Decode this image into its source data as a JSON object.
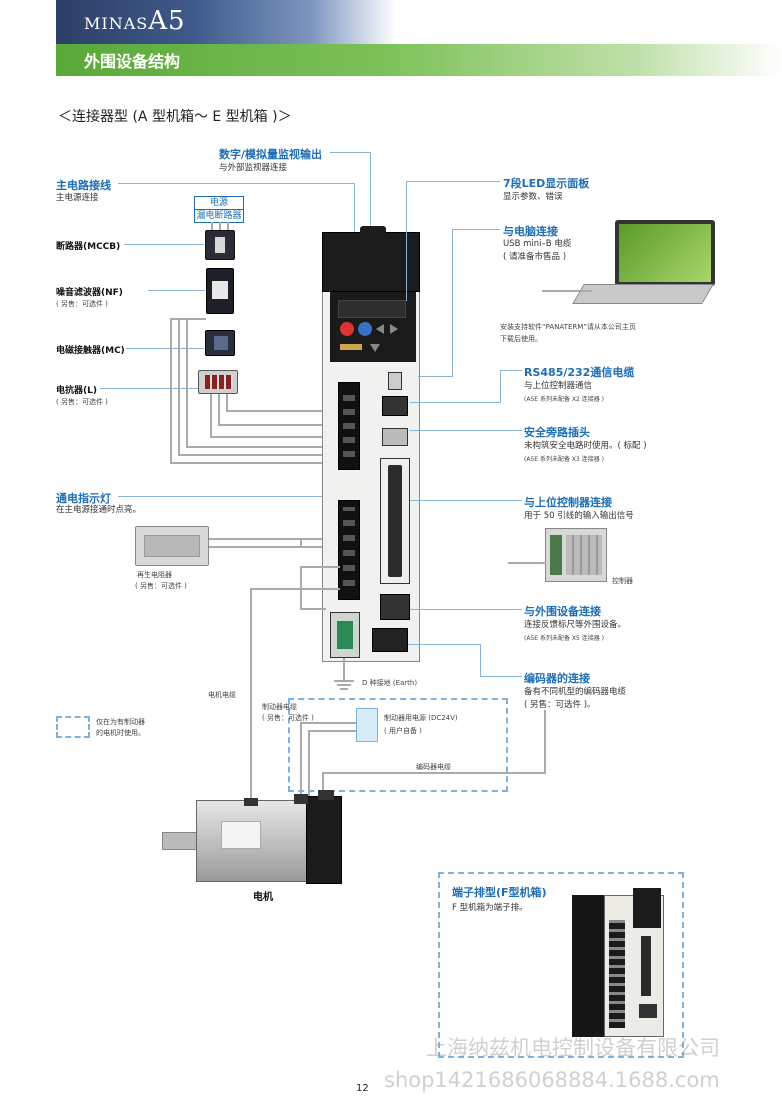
{
  "header": {
    "brand_small": "MINAS",
    "brand_big": "A5",
    "title": "外围设备结构"
  },
  "subheading": "＜连接器型 (A 型机箱～ E 型机箱 )＞",
  "left": {
    "main_circuit": {
      "title": "主电路接线",
      "desc": "主电源连接"
    },
    "power_box": {
      "line1": "电源",
      "line2": "漏电断路器"
    },
    "mccb": "断路器(MCCB)",
    "nf": {
      "label": "噪音滤波器(NF)",
      "note": "( 另售：可选件 )"
    },
    "mc": "电磁接触器(MC)",
    "reactor": {
      "label": "电抗器(L)",
      "note": "( 另售：可选件 )"
    },
    "power_lamp": {
      "title": "通电指示灯",
      "desc": "在主电源接通时点亮。"
    },
    "regen": {
      "label": "再生电阻器",
      "note": "( 另售：可选件 )"
    },
    "legend": {
      "line1": "仅在为有制动器",
      "line2": "的电机时使用。"
    }
  },
  "top": {
    "monitor": {
      "title": "数字/模拟量监视输出",
      "desc": "与外部监视器连接"
    }
  },
  "right": {
    "panel": {
      "title": "7段LED显示面板",
      "desc": "显示参数、错误"
    },
    "pc": {
      "title": "与电脑连接",
      "desc1": "USB mini–B 电缆",
      "desc2": "( 请准备市售品 )",
      "note1": "安装支持软件“PANATERM”请从本公司主页",
      "note2": "下载后使用。"
    },
    "rs485": {
      "title": "RS485/232通信电缆",
      "desc": "与上位控制器通信",
      "note": "(A5E 系列未配备 X2 连接器 )"
    },
    "safety": {
      "title": "安全旁路插头",
      "desc": "未构筑安全电路时使用。( 标配 )",
      "note": "(A5E 系列未配备 X3 连接器 )"
    },
    "host": {
      "title": "与上位控制器连接",
      "desc": "用于 50 引线的输入输出信号",
      "controller": "控制器"
    },
    "peripheral": {
      "title": "与外围设备连接",
      "desc": "连接反馈标尺等外围设备。",
      "note": "(A5E 系列未配备 X5 连接器 )"
    },
    "encoder": {
      "title": "编码器的连接",
      "desc1": "备有不同机型的编码器电缆",
      "desc2": "( 另售：可选件 )。"
    }
  },
  "bottom": {
    "ground": "D 种接地 (Earth)",
    "motor_cable": "电机电缆",
    "brake_cable": {
      "label": "制动器电缆",
      "note": "( 另售：可选件 )"
    },
    "brake_power": {
      "label": "制动器用电源 (DC24V)",
      "note": "( 用户自备 )"
    },
    "encoder_cable": "编码器电缆",
    "motor": "电机"
  },
  "terminal_box": {
    "title": "端子排型(F型机箱)",
    "desc": "F 型机箱为端子排。"
  },
  "footer": {
    "watermark1": "上海纳兹机电控制设备有限公司",
    "watermark2": "shop1421686068884.1688.com",
    "page": "12"
  },
  "colors": {
    "accent_blue": "#1f6eb4",
    "header_green": "#5aa83a",
    "header_navy": "#2d3f66"
  }
}
